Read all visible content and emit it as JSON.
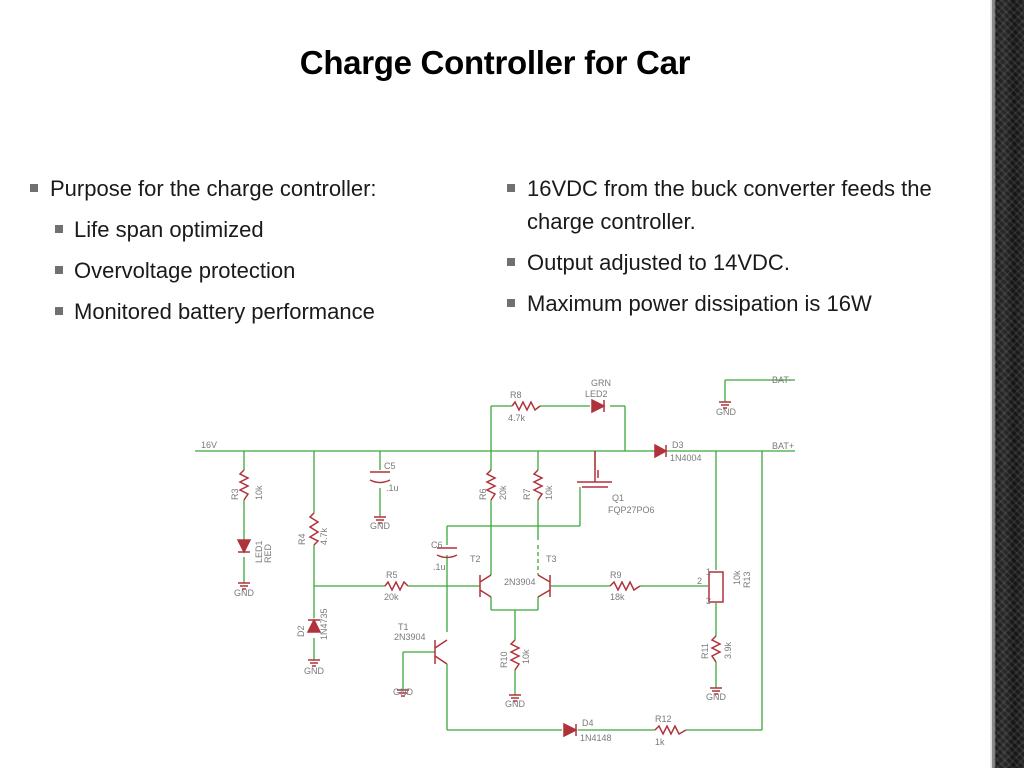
{
  "slide": {
    "title": "Charge Controller for Car",
    "left_bullets": [
      {
        "text": "Purpose for the charge controller:",
        "level": 1
      },
      {
        "text": "Life span optimized",
        "level": 2
      },
      {
        "text": "Overvoltage protection",
        "level": 2
      },
      {
        "text": "Monitored battery performance",
        "level": 2
      }
    ],
    "right_bullets": [
      {
        "text": "16VDC from the buck converter feeds the charge controller.",
        "level": 1
      },
      {
        "text": "Output adjusted to 14VDC.",
        "level": 1
      },
      {
        "text": "Maximum power dissipation is 16W",
        "level": 1
      }
    ]
  },
  "schematic": {
    "labels": {
      "v16": "16V",
      "bat_minus": "BAT-",
      "bat_plus": "BAT+",
      "gnd": "GND",
      "r8": "R8",
      "r8_val": "4.7k",
      "led2_color": "GRN",
      "led2": "LED2",
      "d3": "D3",
      "d3_part": "1N4004",
      "r3": "R3",
      "r3_val": "10k",
      "led1": "LED1",
      "led1_color": "RED",
      "c5": "C5",
      "c5_val": ".1u",
      "r6": "R6",
      "r6_val": "20k",
      "r7": "R7",
      "r7_val": "10k",
      "q1": "Q1",
      "q1_part": "FQP27PO6",
      "r4": "R4",
      "r4_val": "4.7k",
      "c6": "C6",
      "c6_val": ".1u",
      "t2": "T2",
      "t3": "T3",
      "t23_part": "2N3904",
      "r5": "R5",
      "r5_val": "20k",
      "r9": "R9",
      "r9_val": "18k",
      "r13": "R13",
      "r13_val": "10k",
      "pin1": "1",
      "pin2": "2",
      "pin3": "3",
      "d2": "D2",
      "d2_part": "1N4735",
      "t1": "T1",
      "t1_part": "2N3904",
      "r10": "R10",
      "r10_val": "10k",
      "r11": "R11",
      "r11_val": "3.9k",
      "d4": "D4",
      "d4_part": "1N4148",
      "r12": "R12",
      "r12_val": "1k"
    },
    "colors": {
      "wire": "#3aa83a",
      "component": "#b0323a",
      "label": "#7a7a7a"
    }
  }
}
